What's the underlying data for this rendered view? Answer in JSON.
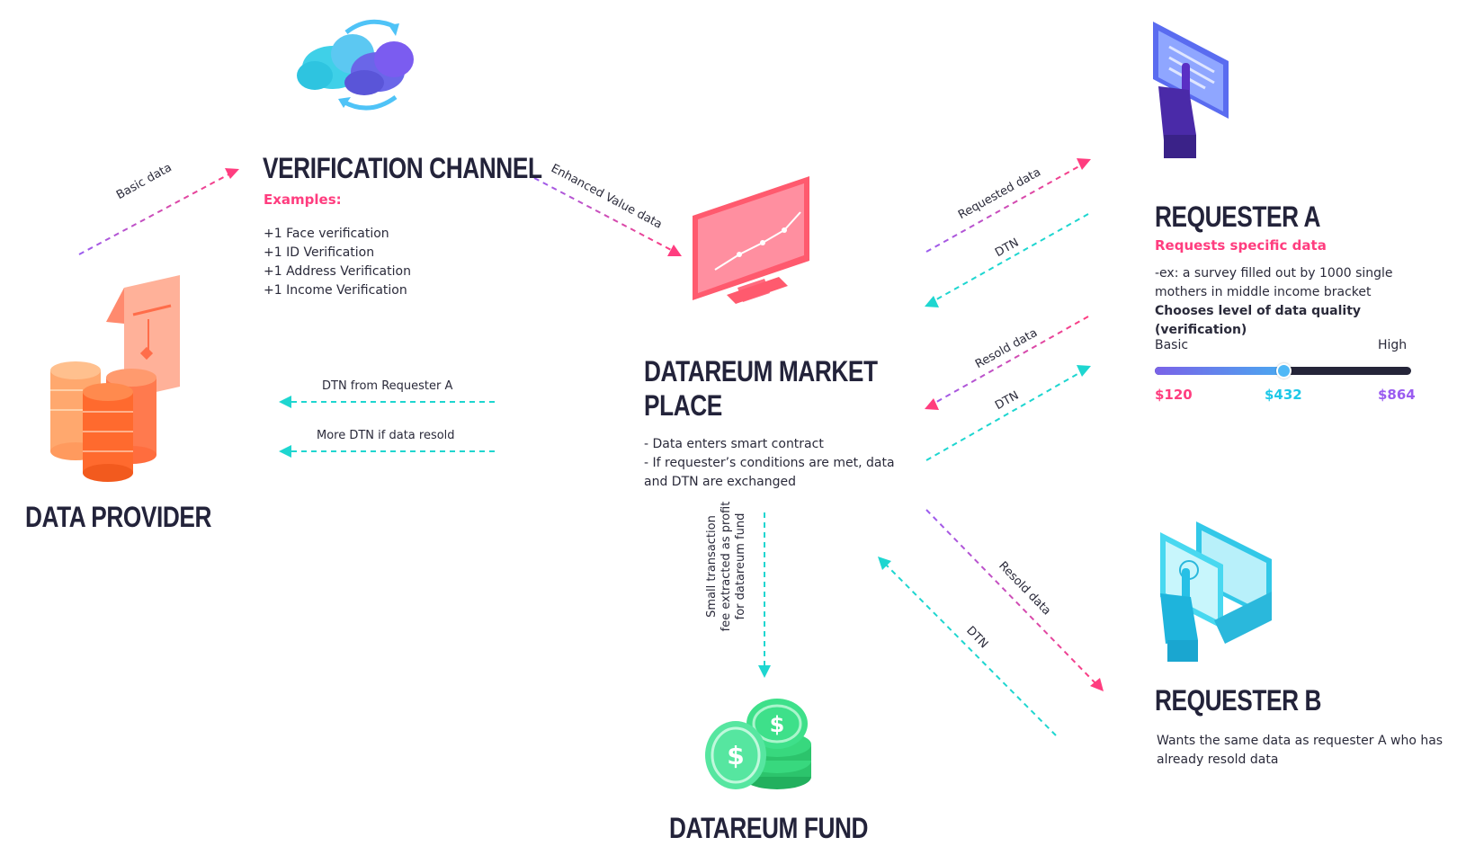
{
  "verification": {
    "title": "VERIFICATION CHANNEL",
    "subtitle": "Examples:",
    "items": [
      "+1 Face verification",
      "+1 ID Verification",
      "+1 Address Verification",
      "+1 Income Verification"
    ]
  },
  "provider": {
    "title": "DATA PROVIDER"
  },
  "marketplace": {
    "title_line1": "DATAREUM MARKET",
    "title_line2": "PLACE",
    "desc_line1": "- Data enters smart contract",
    "desc_line2": "- If requester’s conditions are met, data",
    "desc_line3": "and DTN are exchanged"
  },
  "requester_a": {
    "title": "REQUESTER A",
    "subtitle": "Requests specific data",
    "desc_line1": "-ex: a survey filled out by 1000 single",
    "desc_line2": "mothers in middle income bracket",
    "desc_line3": "Chooses level of data quality (verification)",
    "slider": {
      "min_label": "Basic",
      "max_label": "High",
      "value": 0.5,
      "prices": [
        "$120",
        "$432",
        "$864"
      ]
    }
  },
  "requester_b": {
    "title": "REQUESTER B",
    "desc_line1": "Wants the same data as requester A who has",
    "desc_line2": "already resold data"
  },
  "fund": {
    "title": "DATAREUM FUND"
  },
  "arrow_labels": {
    "basic_data": "Basic data",
    "enhanced": "Enhanced Value data",
    "requested": "Requested data",
    "dtn": "DTN",
    "resold": "Resold data",
    "dtn_from_a": "DTN from Requester A",
    "more_dtn": "More DTN if data resold",
    "fee_line1": "Small transaction",
    "fee_line2": "fee extracted as profit",
    "fee_line3": "for datareum fund"
  },
  "colors": {
    "pink": "#ff3d7f",
    "purple": "#9a5cf0",
    "cyan": "#1ed6d0",
    "dark": "#23233a",
    "price_low": "#ff3d7f",
    "price_mid": "#1ec8e8",
    "price_high": "#9a5cf0"
  },
  "icons": [
    "cloud-sync-icon",
    "database-document-icon",
    "monitor-chart-icon",
    "touch-tablet-icon",
    "touch-laptop-icon",
    "coin-stack-icon"
  ]
}
